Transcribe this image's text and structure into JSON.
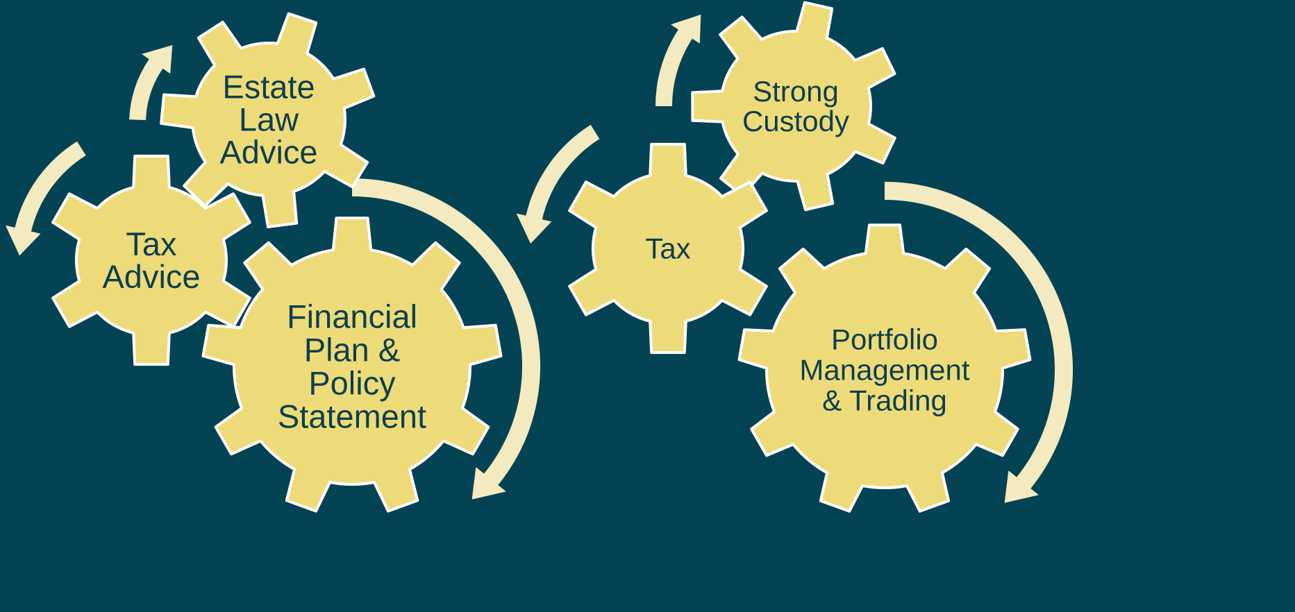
{
  "colors": {
    "background": "#044354",
    "gear_fill": "#EDDB79",
    "gear_stroke": "#FFFFFF",
    "arrow_fill": "#F4EAC0",
    "label_text": "#0D3F4D"
  },
  "left_cycle": {
    "gears": [
      {
        "id": "estate",
        "lines": [
          "Estate",
          "Law",
          "Advice"
        ]
      },
      {
        "id": "tax-advice",
        "lines": [
          "Tax",
          "Advice"
        ]
      },
      {
        "id": "financial-plan",
        "lines": [
          "Financial",
          "Plan &",
          "Policy",
          "Statement"
        ]
      }
    ]
  },
  "right_cycle": {
    "gears": [
      {
        "id": "strong-custody",
        "lines": [
          "Strong",
          "Custody"
        ]
      },
      {
        "id": "tax",
        "lines": [
          "Tax"
        ]
      },
      {
        "id": "portfolio",
        "lines": [
          "Portfolio",
          "Management",
          "& Trading"
        ]
      }
    ]
  }
}
